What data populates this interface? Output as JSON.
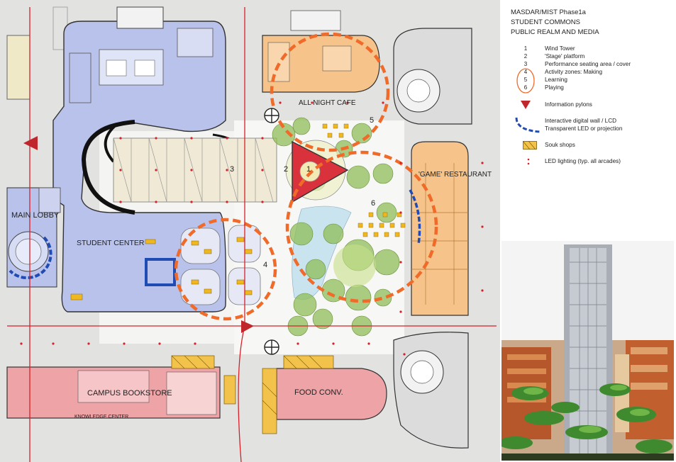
{
  "legend": {
    "title_line1": "MASDAR/MIST Phase1a",
    "title_line2": "STUDENT COMMONS",
    "title_line3": "PUBLIC REALM AND MEDIA",
    "items": [
      {
        "num": "1",
        "text": "Wind Tower"
      },
      {
        "num": "2",
        "text": "'Stage' platform"
      },
      {
        "num": "3",
        "text": "Performance seating area / cover"
      },
      {
        "num": "4",
        "text": "Activity zones: Making"
      },
      {
        "num": "5",
        "text": "Learning"
      },
      {
        "num": "6",
        "text": "Playing"
      }
    ],
    "info_pylons": "Information pylons",
    "digital_wall_1": "Interactive digital wall / LCD",
    "digital_wall_2": "Transparent LED or projection",
    "souk_shops": "Souk shops",
    "led_lighting": "LED lighting (typ. all arcades)"
  },
  "plan_labels": {
    "all_night_cafe": "ALL NIGHT CAFE",
    "game_restaurant": "'GAME' RESTAURANT",
    "main_lobby": "MAIN LOBBY",
    "student_center": "STUDENT CENTER",
    "campus_bookstore": "CAMPUS BOOKSTORE",
    "knowledge_center": "KNOWLEDGE CENTER",
    "food_conv": "FOOD CONV.",
    "n1": "1",
    "n2": "2",
    "n3": "3",
    "n4": "4",
    "n5": "5",
    "n6": "6"
  },
  "colors": {
    "student_center": "#b9c2ea",
    "cafe": "#f6c48a",
    "retail": "#eea3a6",
    "souk": "#f2c24a",
    "activity_ring": "#f06a2a",
    "info_pylon": "#c0272d",
    "digital_wall": "#1f4bb3",
    "led": "#d6202a",
    "greenery": "#8fbd58"
  }
}
